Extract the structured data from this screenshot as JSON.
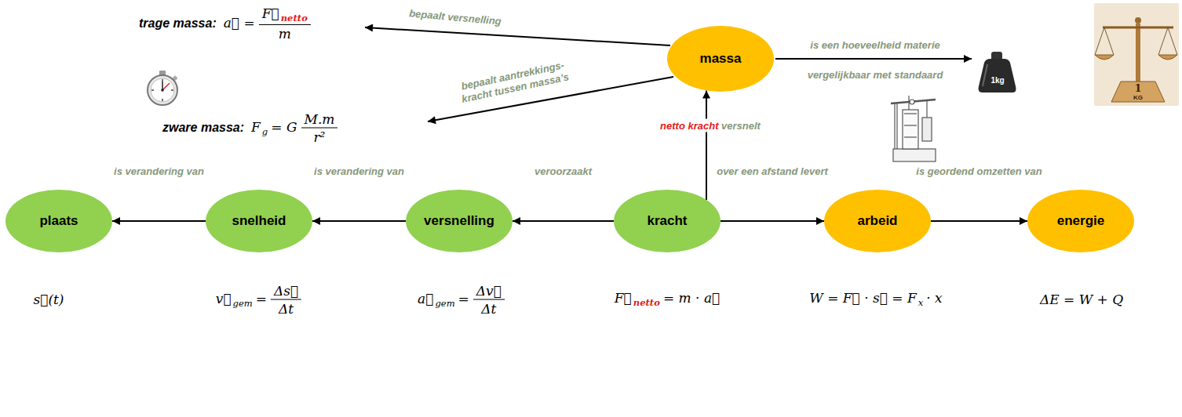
{
  "diagram": {
    "nodes": [
      {
        "text": [
          "massa"
        ]
      },
      {
        "text": [
          "plaats"
        ]
      },
      {
        "text": [
          "snelheid"
        ]
      },
      {
        "text": [
          "versnelling"
        ]
      },
      {
        "text": [
          "kracht"
        ]
      },
      {
        "text": [
          "arbeid"
        ]
      },
      {
        "text": [
          "energie"
        ]
      }
    ],
    "edges": [
      {
        "from": 4,
        "to": 0,
        "arrow": "to",
        "label": "netto kracht versnelt"
      },
      {
        "from": 4,
        "to": 3,
        "arrow": "to",
        "label": "veroorzaakt"
      },
      {
        "from": 3,
        "to": 2,
        "arrow": "to",
        "label": "is verandering van"
      },
      {
        "from": 2,
        "to": 1,
        "arrow": "to",
        "label": "is verandering van"
      },
      {
        "from": 4,
        "to": 5,
        "arrow": "to",
        "label": "over een afstand levert"
      },
      {
        "from": 5,
        "to": 6,
        "arrow": "to",
        "label": "is geordend omzetten van"
      }
    ],
    "labels": [
      "bepaalt versnelling",
      "bepaalt aantrekkings- kracht tussen massa’s",
      "is een hoeveelheid materie",
      "vergelijkbaar met standaard",
      "trage massa:",
      "a⃗ =",
      "F⃗",
      "netto",
      "m",
      "zware massa:",
      "F",
      "g",
      "= G",
      "M.m",
      "r²",
      "s⃗(t)",
      "v⃗",
      "gem",
      "=",
      "Δs⃗",
      "Δt",
      "a⃗",
      "gem",
      "=",
      "Δv⃗",
      "Δt",
      "F⃗",
      "netto",
      "= m · a⃗",
      "W = F⃗ · s⃗ = F",
      "x",
      "· x",
      "ΔE = W + Q",
      "1kg",
      "1",
      "KG"
    ]
  }
}
